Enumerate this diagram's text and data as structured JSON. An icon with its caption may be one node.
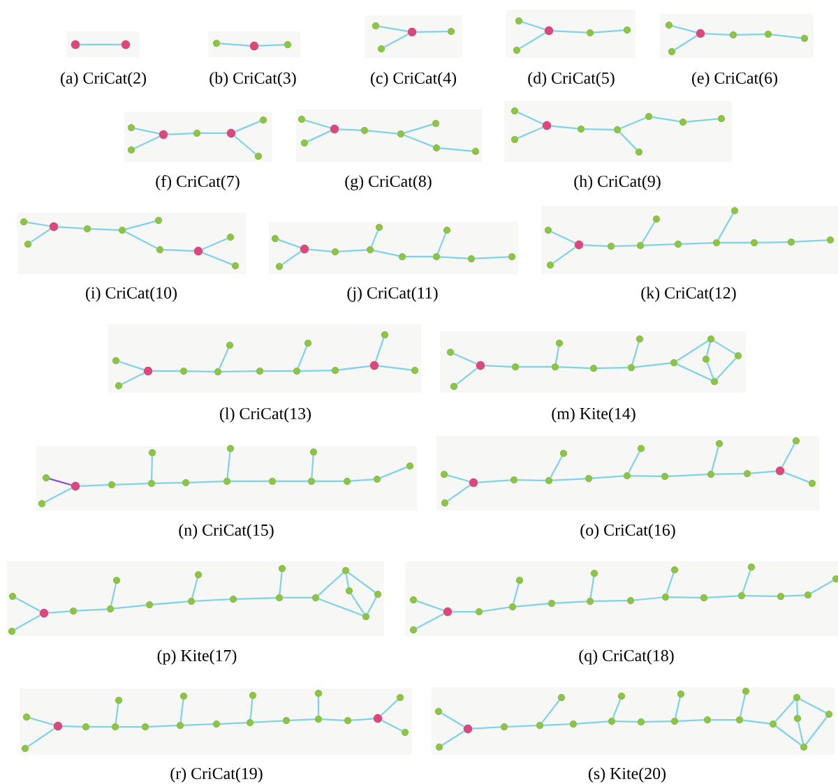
{
  "diagram": {
    "nodes": [
      {
        "text": [],
        "shape": "circle"
      },
      {
        "text": [],
        "shape": "circle"
      },
      {
        "text": [],
        "shape": "circle"
      },
      {
        "text": [],
        "shape": "circle"
      },
      {
        "text": [],
        "shape": "circle"
      },
      {
        "text": [],
        "shape": "circle"
      },
      {
        "text": [],
        "shape": "circle"
      },
      {
        "text": [],
        "shape": "circle"
      },
      {
        "text": [],
        "shape": "circle"
      },
      {
        "text": [],
        "shape": "circle"
      },
      {
        "text": [],
        "shape": "circle"
      },
      {
        "text": [],
        "shape": "circle"
      },
      {
        "text": [],
        "shape": "circle"
      },
      {
        "text": [],
        "shape": "circle"
      },
      {
        "text": [],
        "shape": "circle"
      },
      {
        "text": [],
        "shape": "circle"
      },
      {
        "text": [],
        "shape": "circle"
      },
      {
        "text": [],
        "shape": "circle"
      },
      {
        "text": [],
        "shape": "circle"
      },
      {
        "text": [],
        "shape": "circle"
      },
      {
        "text": [],
        "shape": "circle"
      },
      {
        "text": [],
        "shape": "circle"
      },
      {
        "text": [],
        "shape": "circle"
      },
      {
        "text": [],
        "shape": "circle"
      },
      {
        "text": [],
        "shape": "circle"
      },
      {
        "text": [],
        "shape": "circle"
      },
      {
        "text": [],
        "shape": "circle"
      },
      {
        "text": [],
        "shape": "circle"
      },
      {
        "text": [],
        "shape": "circle"
      },
      {
        "text": [],
        "shape": "circle"
      },
      {
        "text": [],
        "shape": "circle"
      },
      {
        "text": [],
        "shape": "circle"
      },
      {
        "text": [],
        "shape": "circle"
      },
      {
        "text": [],
        "shape": "circle"
      },
      {
        "text": [],
        "shape": "circle"
      },
      {
        "text": [],
        "shape": "circle"
      },
      {
        "text": [],
        "shape": "circle"
      },
      {
        "text": [],
        "shape": "circle"
      },
      {
        "text": [],
        "shape": "circle"
      },
      {
        "text": [],
        "shape": "circle"
      },
      {
        "text": [],
        "shape": "circle"
      },
      {
        "text": [],
        "shape": "circle"
      },
      {
        "text": [],
        "shape": "circle"
      },
      {
        "text": [],
        "shape": "circle"
      },
      {
        "text": [],
        "shape": "circle"
      },
      {
        "text": [],
        "shape": "circle"
      },
      {
        "text": [],
        "shape": "circle"
      },
      {
        "text": [],
        "shape": "circle"
      },
      {
        "text": [],
        "shape": "circle"
      },
      {
        "text": [],
        "shape": "circle"
      },
      {
        "text": [],
        "shape": "circle"
      },
      {
        "text": [],
        "shape": "circle"
      },
      {
        "text": [],
        "shape": "circle"
      },
      {
        "text": [],
        "shape": "circle"
      },
      {
        "text": [],
        "shape": "circle"
      },
      {
        "text": [],
        "shape": "circle"
      },
      {
        "text": [],
        "shape": "circle"
      },
      {
        "text": [],
        "shape": "circle"
      },
      {
        "text": [],
        "shape": "circle"
      },
      {
        "text": [],
        "shape": "circle"
      },
      {
        "text": [],
        "shape": "circle"
      },
      {
        "text": [],
        "shape": "circle"
      },
      {
        "text": [],
        "shape": "circle"
      },
      {
        "text": [],
        "shape": "circle"
      },
      {
        "text": [],
        "shape": "circle"
      },
      {
        "text": [],
        "shape": "circle"
      },
      {
        "text": [],
        "shape": "circle"
      },
      {
        "text": [],
        "shape": "circle"
      },
      {
        "text": [],
        "shape": "circle"
      },
      {
        "text": [],
        "shape": "circle"
      },
      {
        "text": [],
        "shape": "circle"
      },
      {
        "text": [],
        "shape": "circle"
      },
      {
        "text": [],
        "shape": "circle"
      },
      {
        "text": [],
        "shape": "circle"
      },
      {
        "text": [],
        "shape": "circle"
      },
      {
        "text": [],
        "shape": "circle"
      },
      {
        "text": [],
        "shape": "circle"
      },
      {
        "text": [],
        "shape": "circle"
      },
      {
        "text": [],
        "shape": "circle"
      },
      {
        "text": [],
        "shape": "circle"
      },
      {
        "text": [],
        "shape": "circle"
      },
      {
        "text": [],
        "shape": "circle"
      },
      {
        "text": [],
        "shape": "circle"
      },
      {
        "text": [],
        "shape": "circle"
      },
      {
        "text": [],
        "shape": "circle"
      },
      {
        "text": [],
        "shape": "circle"
      },
      {
        "text": [],
        "shape": "circle"
      },
      {
        "text": [],
        "shape": "circle"
      },
      {
        "text": [],
        "shape": "circle"
      },
      {
        "text": [],
        "shape": "circle"
      },
      {
        "text": [],
        "shape": "circle"
      },
      {
        "text": [],
        "shape": "circle"
      },
      {
        "text": [],
        "shape": "circle"
      },
      {
        "text": [],
        "shape": "circle"
      },
      {
        "text": [],
        "shape": "circle"
      },
      {
        "text": [],
        "shape": "circle"
      },
      {
        "text": [],
        "shape": "circle"
      },
      {
        "text": [],
        "shape": "circle"
      },
      {
        "text": [],
        "shape": "circle"
      },
      {
        "text": [],
        "shape": "circle"
      },
      {
        "text": [],
        "shape": "circle"
      },
      {
        "text": [],
        "shape": "circle"
      },
      {
        "text": [],
        "shape": "circle"
      },
      {
        "text": [],
        "shape": "circle"
      },
      {
        "text": [],
        "shape": "circle"
      },
      {
        "text": [],
        "shape": "circle"
      },
      {
        "text": [],
        "shape": "circle"
      },
      {
        "text": [],
        "shape": "circle"
      },
      {
        "text": [],
        "shape": "circle"
      },
      {
        "text": [],
        "shape": "circle"
      },
      {
        "text": [],
        "shape": "circle"
      },
      {
        "text": [],
        "shape": "circle"
      },
      {
        "text": [],
        "shape": "circle"
      },
      {
        "text": [],
        "shape": "circle"
      },
      {
        "text": [],
        "shape": "circle"
      },
      {
        "text": [],
        "shape": "circle"
      },
      {
        "text": [],
        "shape": "circle"
      },
      {
        "text": [],
        "shape": "circle"
      },
      {
        "text": [],
        "shape": "circle"
      },
      {
        "text": [],
        "shape": "circle"
      },
      {
        "text": [],
        "shape": "circle"
      },
      {
        "text": [],
        "shape": "circle"
      },
      {
        "text": [],
        "shape": "circle"
      },
      {
        "text": [],
        "shape": "circle"
      },
      {
        "text": [],
        "shape": "circle"
      },
      {
        "text": [],
        "shape": "circle"
      },
      {
        "text": [],
        "shape": "circle"
      },
      {
        "text": [],
        "shape": "circle"
      },
      {
        "text": [],
        "shape": "circle"
      },
      {
        "text": [],
        "shape": "circle"
      },
      {
        "text": [],
        "shape": "circle"
      },
      {
        "text": [],
        "shape": "circle"
      },
      {
        "text": [],
        "shape": "circle"
      },
      {
        "text": [],
        "shape": "circle"
      },
      {
        "text": [],
        "shape": "circle"
      },
      {
        "text": [],
        "shape": "circle"
      },
      {
        "text": [],
        "shape": "circle"
      },
      {
        "text": [],
        "shape": "circle"
      },
      {
        "text": [],
        "shape": "circle"
      },
      {
        "text": [],
        "shape": "circle"
      },
      {
        "text": [],
        "shape": "circle"
      },
      {
        "text": [],
        "shape": "circle"
      },
      {
        "text": [],
        "shape": "circle"
      },
      {
        "text": [],
        "shape": "circle"
      },
      {
        "text": [],
        "shape": "circle"
      },
      {
        "text": [],
        "shape": "circle"
      },
      {
        "text": [],
        "shape": "circle"
      },
      {
        "text": [],
        "shape": "circle"
      },
      {
        "text": [],
        "shape": "circle"
      },
      {
        "text": [],
        "shape": "circle"
      },
      {
        "text": [],
        "shape": "circle"
      },
      {
        "text": [],
        "shape": "circle"
      },
      {
        "text": [],
        "shape": "circle"
      },
      {
        "text": [],
        "shape": "circle"
      },
      {
        "text": [],
        "shape": "circle"
      },
      {
        "text": [],
        "shape": "circle"
      },
      {
        "text": [],
        "shape": "circle"
      },
      {
        "text": [],
        "shape": "circle"
      },
      {
        "text": [],
        "shape": "circle"
      },
      {
        "text": [],
        "shape": "circle"
      },
      {
        "text": [],
        "shape": "circle"
      },
      {
        "text": [],
        "shape": "circle"
      },
      {
        "text": [],
        "shape": "circle"
      },
      {
        "text": [],
        "shape": "circle"
      },
      {
        "text": [],
        "shape": "circle"
      },
      {
        "text": [],
        "shape": "circle"
      },
      {
        "text": [],
        "shape": "circle"
      },
      {
        "text": [],
        "shape": "circle"
      },
      {
        "text": [],
        "shape": "circle"
      },
      {
        "text": [],
        "shape": "circle"
      },
      {
        "text": [],
        "shape": "circle"
      },
      {
        "text": [],
        "shape": "circle"
      },
      {
        "text": [],
        "shape": "circle"
      },
      {
        "text": [],
        "shape": "circle"
      },
      {
        "text": [],
        "shape": "circle"
      },
      {
        "text": [],
        "shape": "circle"
      },
      {
        "text": [],
        "shape": "circle"
      },
      {
        "text": [],
        "shape": "circle"
      },
      {
        "text": [],
        "shape": "circle"
      },
      {
        "text": [],
        "shape": "circle"
      },
      {
        "text": [],
        "shape": "circle"
      },
      {
        "text": [],
        "shape": "circle"
      },
      {
        "text": [],
        "shape": "circle"
      },
      {
        "text": [],
        "shape": "circle"
      },
      {
        "text": [],
        "shape": "circle"
      },
      {
        "text": [],
        "shape": "circle"
      },
      {
        "text": [],
        "shape": "circle"
      },
      {
        "text": [],
        "shape": "circle"
      },
      {
        "text": [],
        "shape": "circle"
      },
      {
        "text": [],
        "shape": "circle"
      },
      {
        "text": [],
        "shape": "circle"
      },
      {
        "text": [],
        "shape": "circle"
      },
      {
        "text": [],
        "shape": "circle"
      },
      {
        "text": [],
        "shape": "circle"
      },
      {
        "text": [],
        "shape": "circle"
      },
      {
        "text": [],
        "shape": "circle"
      },
      {
        "text": [],
        "shape": "circle"
      },
      {
        "text": [],
        "shape": "circle"
      },
      {
        "text": [],
        "shape": "circle"
      },
      {
        "text": [],
        "shape": "circle"
      },
      {
        "text": [],
        "shape": "circle"
      },
      {
        "text": [],
        "shape": "circle"
      },
      {
        "text": [],
        "shape": "circle"
      },
      {
        "text": [],
        "shape": "circle"
      },
      {
        "text": [],
        "shape": "circle"
      },
      {
        "text": [],
        "shape": "circle"
      },
      {
        "text": [],
        "shape": "circle"
      },
      {
        "text": [],
        "shape": "circle"
      },
      {
        "text": [],
        "shape": "circle"
      }
    ],
    "edges": [
      {
        "from": 0,
        "to": 1,
        "arrow": "none"
      },
      {
        "from": 2,
        "to": 3,
        "arrow": "none"
      },
      {
        "from": 3,
        "to": 4,
        "arrow": "none"
      },
      {
        "from": 5,
        "to": 7,
        "arrow": "none"
      },
      {
        "from": 6,
        "to": 7,
        "arrow": "none"
      },
      {
        "from": 7,
        "to": 8,
        "arrow": "none"
      },
      {
        "from": 9,
        "to": 11,
        "arrow": "none"
      },
      {
        "from": 10,
        "to": 11,
        "arrow": "none"
      },
      {
        "from": 11,
        "to": 12,
        "arrow": "none"
      },
      {
        "from": 12,
        "to": 13,
        "arrow": "none"
      },
      {
        "from": 14,
        "to": 16,
        "arrow": "none"
      },
      {
        "from": 15,
        "to": 16,
        "arrow": "none"
      },
      {
        "from": 16,
        "to": 17,
        "arrow": "none"
      },
      {
        "from": 17,
        "to": 18,
        "arrow": "none"
      },
      {
        "from": 18,
        "to": 19,
        "arrow": "none"
      },
      {
        "from": 20,
        "to": 22,
        "arrow": "none"
      },
      {
        "from": 21,
        "to": 22,
        "arrow": "none"
      },
      {
        "from": 22,
        "to": 23,
        "arrow": "none"
      },
      {
        "from": 23,
        "to": 24,
        "arrow": "none"
      },
      {
        "from": 24,
        "to": 25,
        "arrow": "none"
      },
      {
        "from": 24,
        "to": 26,
        "arrow": "none"
      },
      {
        "from": 27,
        "to": 29,
        "arrow": "none"
      },
      {
        "from": 28,
        "to": 29,
        "arrow": "none"
      },
      {
        "from": 29,
        "to": 30,
        "arrow": "none"
      },
      {
        "from": 30,
        "to": 31,
        "arrow": "none"
      },
      {
        "from": 31,
        "to": 32,
        "arrow": "none"
      },
      {
        "from": 31,
        "to": 33,
        "arrow": "none"
      },
      {
        "from": 33,
        "to": 34,
        "arrow": "none"
      },
      {
        "from": 35,
        "to": 37,
        "arrow": "none"
      },
      {
        "from": 36,
        "to": 37,
        "arrow": "none"
      },
      {
        "from": 37,
        "to": 38,
        "arrow": "none"
      },
      {
        "from": 38,
        "to": 39,
        "arrow": "none"
      },
      {
        "from": 39,
        "to": 40,
        "arrow": "none"
      },
      {
        "from": 40,
        "to": 41,
        "arrow": "none"
      },
      {
        "from": 41,
        "to": 42,
        "arrow": "none"
      },
      {
        "from": 39,
        "to": 43,
        "arrow": "none"
      },
      {
        "from": 44,
        "to": 46,
        "arrow": "none"
      },
      {
        "from": 45,
        "to": 46,
        "arrow": "none"
      },
      {
        "from": 46,
        "to": 47,
        "arrow": "none"
      },
      {
        "from": 47,
        "to": 48,
        "arrow": "none"
      },
      {
        "from": 48,
        "to": 49,
        "arrow": "none"
      },
      {
        "from": 48,
        "to": 50,
        "arrow": "none"
      },
      {
        "from": 50,
        "to": 51,
        "arrow": "none"
      },
      {
        "from": 51,
        "to": 52,
        "arrow": "none"
      },
      {
        "from": 51,
        "to": 53,
        "arrow": "none"
      },
      {
        "from": 54,
        "to": 56,
        "arrow": "none"
      },
      {
        "from": 55,
        "to": 56,
        "arrow": "none"
      },
      {
        "from": 56,
        "to": 57,
        "arrow": "none"
      },
      {
        "from": 57,
        "to": 58,
        "arrow": "none"
      },
      {
        "from": 58,
        "to": 59,
        "arrow": "none"
      },
      {
        "from": 58,
        "to": 60,
        "arrow": "none"
      },
      {
        "from": 60,
        "to": 61,
        "arrow": "none"
      },
      {
        "from": 61,
        "to": 62,
        "arrow": "none"
      },
      {
        "from": 61,
        "to": 63,
        "arrow": "none"
      },
      {
        "from": 63,
        "to": 64,
        "arrow": "none"
      },
      {
        "from": 65,
        "to": 67,
        "arrow": "none"
      },
      {
        "from": 66,
        "to": 67,
        "arrow": "none"
      },
      {
        "from": 67,
        "to": 68,
        "arrow": "none"
      },
      {
        "from": 68,
        "to": 69,
        "arrow": "none"
      },
      {
        "from": 69,
        "to": 70,
        "arrow": "none"
      },
      {
        "from": 69,
        "to": 71,
        "arrow": "none"
      },
      {
        "from": 71,
        "to": 72,
        "arrow": "none"
      },
      {
        "from": 72,
        "to": 73,
        "arrow": "none"
      },
      {
        "from": 72,
        "to": 74,
        "arrow": "none"
      },
      {
        "from": 74,
        "to": 75,
        "arrow": "none"
      },
      {
        "from": 75,
        "to": 76,
        "arrow": "none"
      },
      {
        "from": 77,
        "to": 79,
        "arrow": "none"
      },
      {
        "from": 78,
        "to": 79,
        "arrow": "none"
      },
      {
        "from": 79,
        "to": 80,
        "arrow": "none"
      },
      {
        "from": 80,
        "to": 81,
        "arrow": "none"
      },
      {
        "from": 81,
        "to": 82,
        "arrow": "none"
      },
      {
        "from": 81,
        "to": 83,
        "arrow": "none"
      },
      {
        "from": 83,
        "to": 84,
        "arrow": "none"
      },
      {
        "from": 84,
        "to": 85,
        "arrow": "none"
      },
      {
        "from": 84,
        "to": 86,
        "arrow": "none"
      },
      {
        "from": 86,
        "to": 87,
        "arrow": "none"
      },
      {
        "from": 87,
        "to": 88,
        "arrow": "none"
      },
      {
        "from": 87,
        "to": 89,
        "arrow": "none"
      },
      {
        "from": 90,
        "to": 92,
        "arrow": "none"
      },
      {
        "from": 91,
        "to": 92,
        "arrow": "none"
      },
      {
        "from": 92,
        "to": 93,
        "arrow": "none"
      },
      {
        "from": 93,
        "to": 94,
        "arrow": "none"
      },
      {
        "from": 94,
        "to": 95,
        "arrow": "none"
      },
      {
        "from": 94,
        "to": 96,
        "arrow": "none"
      },
      {
        "from": 96,
        "to": 97,
        "arrow": "none"
      },
      {
        "from": 97,
        "to": 98,
        "arrow": "none"
      },
      {
        "from": 97,
        "to": 99,
        "arrow": "none"
      },
      {
        "from": 99,
        "to": 100,
        "arrow": "none"
      },
      {
        "from": 99,
        "to": 102,
        "arrow": "none"
      },
      {
        "from": 100,
        "to": 101,
        "arrow": "none"
      },
      {
        "from": 101,
        "to": 102,
        "arrow": "none"
      },
      {
        "from": 100,
        "to": 103,
        "arrow": "none"
      },
      {
        "from": 103,
        "to": 102,
        "arrow": "none"
      },
      {
        "from": 104,
        "to": 106,
        "arrow": "none",
        "color": "#8a4fd0"
      },
      {
        "from": 105,
        "to": 106,
        "arrow": "none"
      },
      {
        "from": 106,
        "to": 107,
        "arrow": "none"
      },
      {
        "from": 107,
        "to": 108,
        "arrow": "none"
      },
      {
        "from": 108,
        "to": 109,
        "arrow": "none"
      },
      {
        "from": 108,
        "to": 110,
        "arrow": "none"
      },
      {
        "from": 110,
        "to": 111,
        "arrow": "none"
      },
      {
        "from": 111,
        "to": 112,
        "arrow": "none"
      },
      {
        "from": 111,
        "to": 113,
        "arrow": "none"
      },
      {
        "from": 113,
        "to": 114,
        "arrow": "none"
      },
      {
        "from": 114,
        "to": 115,
        "arrow": "none"
      },
      {
        "from": 114,
        "to": 116,
        "arrow": "none"
      },
      {
        "from": 116,
        "to": 117,
        "arrow": "none"
      },
      {
        "from": 117,
        "to": 118,
        "arrow": "none"
      },
      {
        "from": 119,
        "to": 121,
        "arrow": "none"
      },
      {
        "from": 120,
        "to": 121,
        "arrow": "none"
      },
      {
        "from": 121,
        "to": 122,
        "arrow": "none"
      },
      {
        "from": 122,
        "to": 123,
        "arrow": "none"
      },
      {
        "from": 123,
        "to": 124,
        "arrow": "none"
      },
      {
        "from": 123,
        "to": 125,
        "arrow": "none"
      },
      {
        "from": 125,
        "to": 126,
        "arrow": "none"
      },
      {
        "from": 126,
        "to": 127,
        "arrow": "none"
      },
      {
        "from": 126,
        "to": 128,
        "arrow": "none"
      },
      {
        "from": 128,
        "to": 129,
        "arrow": "none"
      },
      {
        "from": 129,
        "to": 130,
        "arrow": "none"
      },
      {
        "from": 129,
        "to": 131,
        "arrow": "none"
      },
      {
        "from": 131,
        "to": 132,
        "arrow": "none"
      },
      {
        "from": 132,
        "to": 133,
        "arrow": "none"
      },
      {
        "from": 132,
        "to": 134,
        "arrow": "none"
      },
      {
        "from": 135,
        "to": 137,
        "arrow": "none"
      },
      {
        "from": 136,
        "to": 137,
        "arrow": "none"
      },
      {
        "from": 137,
        "to": 138,
        "arrow": "none"
      },
      {
        "from": 138,
        "to": 139,
        "arrow": "none"
      },
      {
        "from": 139,
        "to": 140,
        "arrow": "none"
      },
      {
        "from": 139,
        "to": 141,
        "arrow": "none"
      },
      {
        "from": 141,
        "to": 142,
        "arrow": "none"
      },
      {
        "from": 142,
        "to": 143,
        "arrow": "none"
      },
      {
        "from": 142,
        "to": 144,
        "arrow": "none"
      },
      {
        "from": 144,
        "to": 145,
        "arrow": "none"
      },
      {
        "from": 145,
        "to": 146,
        "arrow": "none"
      },
      {
        "from": 145,
        "to": 147,
        "arrow": "none"
      },
      {
        "from": 147,
        "to": 148,
        "arrow": "none"
      },
      {
        "from": 147,
        "to": 150,
        "arrow": "none"
      },
      {
        "from": 148,
        "to": 149,
        "arrow": "none"
      },
      {
        "from": 149,
        "to": 150,
        "arrow": "none"
      },
      {
        "from": 148,
        "to": 151,
        "arrow": "none"
      },
      {
        "from": 151,
        "to": 150,
        "arrow": "none"
      },
      {
        "from": 152,
        "to": 154,
        "arrow": "none"
      },
      {
        "from": 153,
        "to": 154,
        "arrow": "none"
      },
      {
        "from": 154,
        "to": 155,
        "arrow": "none"
      },
      {
        "from": 155,
        "to": 156,
        "arrow": "none"
      },
      {
        "from": 156,
        "to": 157,
        "arrow": "none"
      },
      {
        "from": 156,
        "to": 158,
        "arrow": "none"
      },
      {
        "from": 158,
        "to": 159,
        "arrow": "none"
      },
      {
        "from": 159,
        "to": 160,
        "arrow": "none"
      },
      {
        "from": 159,
        "to": 161,
        "arrow": "none"
      },
      {
        "from": 161,
        "to": 162,
        "arrow": "none"
      },
      {
        "from": 162,
        "to": 163,
        "arrow": "none"
      },
      {
        "from": 162,
        "to": 164,
        "arrow": "none"
      },
      {
        "from": 164,
        "to": 165,
        "arrow": "none"
      },
      {
        "from": 165,
        "to": 166,
        "arrow": "none"
      },
      {
        "from": 165,
        "to": 167,
        "arrow": "none"
      },
      {
        "from": 167,
        "to": 168,
        "arrow": "none"
      },
      {
        "from": 168,
        "to": 169,
        "arrow": "none"
      },
      {
        "from": 170,
        "to": 172,
        "arrow": "none"
      },
      {
        "from": 171,
        "to": 172,
        "arrow": "none"
      },
      {
        "from": 172,
        "to": 173,
        "arrow": "none"
      },
      {
        "from": 173,
        "to": 174,
        "arrow": "none"
      },
      {
        "from": 174,
        "to": 175,
        "arrow": "none"
      },
      {
        "from": 174,
        "to": 176,
        "arrow": "none"
      },
      {
        "from": 176,
        "to": 177,
        "arrow": "none"
      },
      {
        "from": 177,
        "to": 178,
        "arrow": "none"
      },
      {
        "from": 177,
        "to": 179,
        "arrow": "none"
      },
      {
        "from": 179,
        "to": 180,
        "arrow": "none"
      },
      {
        "from": 180,
        "to": 181,
        "arrow": "none"
      },
      {
        "from": 180,
        "to": 182,
        "arrow": "none"
      },
      {
        "from": 182,
        "to": 183,
        "arrow": "none"
      },
      {
        "from": 183,
        "to": 184,
        "arrow": "none"
      },
      {
        "from": 183,
        "to": 185,
        "arrow": "none"
      },
      {
        "from": 185,
        "to": 186,
        "arrow": "none"
      },
      {
        "from": 186,
        "to": 187,
        "arrow": "none"
      },
      {
        "from": 186,
        "to": 188,
        "arrow": "none"
      },
      {
        "from": 189,
        "to": 191,
        "arrow": "none"
      },
      {
        "from": 190,
        "to": 191,
        "arrow": "none"
      },
      {
        "from": 191,
        "to": 192,
        "arrow": "none"
      },
      {
        "from": 192,
        "to": 193,
        "arrow": "none"
      },
      {
        "from": 193,
        "to": 194,
        "arrow": "none"
      },
      {
        "from": 193,
        "to": 195,
        "arrow": "none"
      },
      {
        "from": 195,
        "to": 196,
        "arrow": "none"
      },
      {
        "from": 196,
        "to": 197,
        "arrow": "none"
      },
      {
        "from": 196,
        "to": 198,
        "arrow": "none"
      },
      {
        "from": 198,
        "to": 199,
        "arrow": "none"
      },
      {
        "from": 199,
        "to": 200,
        "arrow": "none"
      },
      {
        "from": 199,
        "to": 201,
        "arrow": "none"
      },
      {
        "from": 201,
        "to": 202,
        "arrow": "none"
      },
      {
        "from": 202,
        "to": 203,
        "arrow": "none"
      },
      {
        "from": 202,
        "to": 204,
        "arrow": "none"
      },
      {
        "from": 204,
        "to": 205,
        "arrow": "none"
      },
      {
        "from": 204,
        "to": 207,
        "arrow": "none"
      },
      {
        "from": 205,
        "to": 206,
        "arrow": "none"
      },
      {
        "from": 206,
        "to": 207,
        "arrow": "none"
      },
      {
        "from": 205,
        "to": 208,
        "arrow": "none"
      },
      {
        "from": 208,
        "to": 207,
        "arrow": "none"
      }
    ],
    "labels": [
      "(a) CriCat(2)",
      "(b) CriCat(3)",
      "(c) CriCat(4)",
      "(d) CriCat(5)",
      "(e) CriCat(6)",
      "(f) CriCat(7)",
      "(g) CriCat(8)",
      "(h) CriCat(9)",
      "(i) CriCat(10)",
      "(j) CriCat(11)",
      "(k) CriCat(12)",
      "(l) CriCat(13)",
      "(m) Kite(14)",
      "(n) CriCat(15)",
      "(o) CriCat(16)",
      "(p) Kite(17)",
      "(q) CriCat(18)",
      "(r) CriCat(19)",
      "(s) Kite(20)"
    ]
  }
}
